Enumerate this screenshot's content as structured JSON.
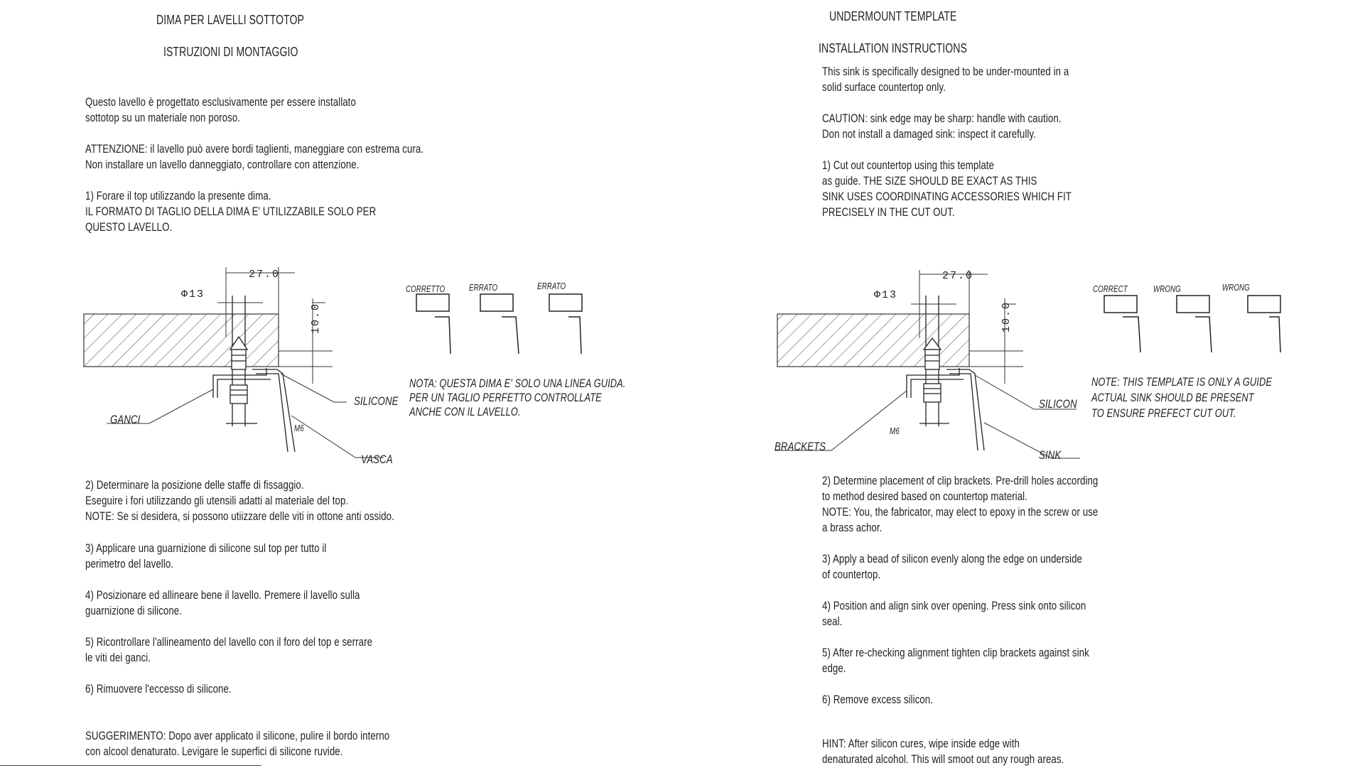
{
  "italian": {
    "title": "DIMA PER LAVELLI SOTTOTOP",
    "subtitle": "ISTRUZIONI DI MONTAGGIO",
    "intro": [
      "Questo lavello è progettato esclusivamente per essere installato",
      "sottotop su un materiale non poroso."
    ],
    "caution": [
      "ATTENZIONE: il lavello può avere bordi taglienti, maneggiare con estrema cura.",
      "Non installare un lavello danneggiato, controllare con attenzione."
    ],
    "step1": [
      "1) Forare il top utilizzando la presente dima.",
      "IL FORMATO DI TAGLIO DELLA DIMA E' UTILIZZABILE SOLO PER",
      "QUESTO LAVELLO."
    ],
    "diagram": {
      "dim_width": "27.0",
      "dim_diameter": "Φ13",
      "dim_height": "10.0",
      "label_hooks": "GANCI",
      "label_silicone": "SILICONE",
      "label_bowl": "VASCA",
      "label_screw": "M6",
      "label_correct": "CORRETTO",
      "label_wrong1": "ERRATO",
      "label_wrong2": "ERRATO",
      "note": [
        "NOTA: QUESTA DIMA E' SOLO UNA LINEA GUIDA.",
        "PER UN TAGLIO PERFETTO CONTROLLATE",
        "ANCHE CON IL LAVELLO."
      ]
    },
    "step2": [
      "2) Determinare la posizione delle staffe di fissaggio.",
      "Eseguire i fori utilizzando gli utensili adatti al materiale del top.",
      "NOTE: Se si desidera, si possono utiizzare delle viti in ottone anti ossido."
    ],
    "step3": [
      "3) Applicare una guarnizione di silicone sul top per tutto il",
      "perimetro del lavello."
    ],
    "step4": [
      "4) Posizionare ed allineare bene il lavello. Premere il lavello sulla",
      "guarnizione di silicone."
    ],
    "step5": [
      "5) Ricontrollare l'allineamento del lavello con il foro del top e serrare",
      "le viti dei ganci."
    ],
    "step6": [
      "6) Rimuovere l'eccesso di silicone."
    ],
    "hint": [
      "SUGGERIMENTO: Dopo aver applicato il silicone, pulire il bordo interno",
      "con alcool denaturato. Levigare le superfici di silicone ruvide."
    ]
  },
  "english": {
    "title": "UNDERMOUNT TEMPLATE",
    "subtitle": "INSTALLATION INSTRUCTIONS",
    "intro": [
      "This sink is specifically designed to be under-mounted in a",
      "solid surface countertop only."
    ],
    "caution": [
      "CAUTION: sink edge may be sharp: handle with caution.",
      "Don not install a damaged sink: inspect it carefully."
    ],
    "step1": [
      "1) Cut out countertop using this template",
      "as guide. THE SIZE SHOULD BE EXACT AS THIS",
      "SINK USES COORDINATING ACCESSORIES WHICH FIT",
      "PRECISELY IN THE CUT OUT."
    ],
    "diagram": {
      "dim_width": "27.0",
      "dim_diameter": "Φ13",
      "dim_height": "10.0",
      "label_hooks": "BRACKETS",
      "label_silicone": "SILICON",
      "label_bowl": "SINK",
      "label_screw": "M6",
      "label_correct": "CORRECT",
      "label_wrong1": "WRONG",
      "label_wrong2": "WRONG",
      "note": [
        "NOTE: THIS TEMPLATE IS ONLY A GUIDE",
        "ACTUAL SINK SHOULD BE PRESENT",
        "TO ENSURE PREFECT CUT OUT."
      ]
    },
    "step2": [
      "2) Determine placement of clip brackets. Pre-drill holes according",
      "to method desired based on countertop material.",
      "NOTE: You, the fabricator, may elect to epoxy in the screw or use",
      "a brass achor."
    ],
    "step3": [
      "3) Apply a bead of silicon evenly along the edge on underside",
      "of countertop."
    ],
    "step4": [
      "4) Position and align sink over opening. Press sink onto silicon",
      "seal."
    ],
    "step5": [
      "5) After re-checking alignment tighten clip brackets against sink",
      "edge."
    ],
    "step6": [
      "6) Remove excess silicon."
    ],
    "hint": [
      "HINT: After silicon cures, wipe inside edge with",
      "denaturated alcohol. This will smoot out any rough areas."
    ]
  }
}
